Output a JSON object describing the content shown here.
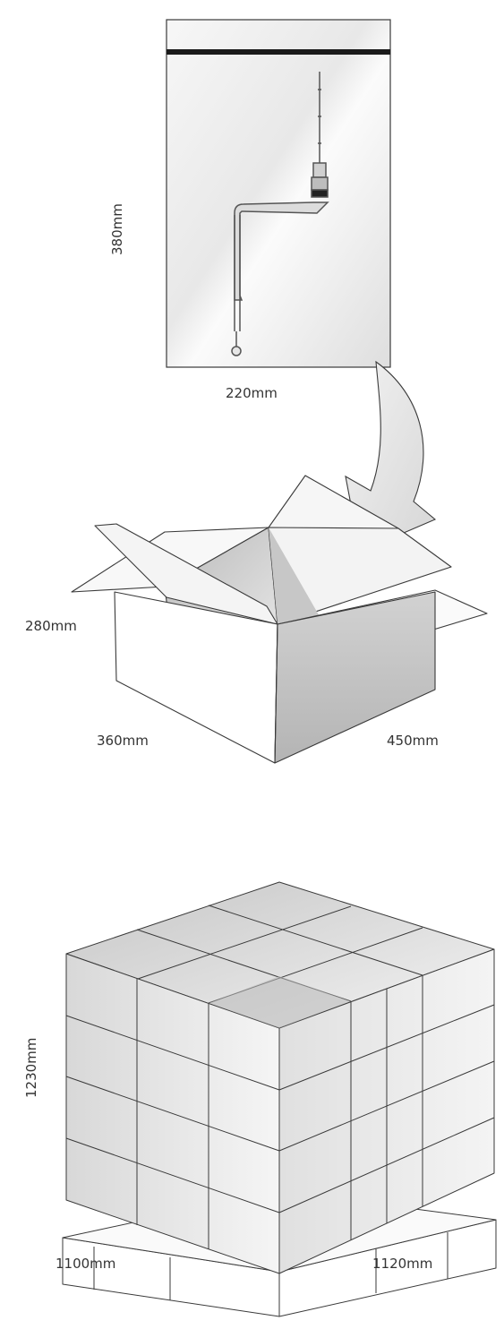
{
  "colors": {
    "line": "#3a3a3a",
    "shade_light": "#f4f4f4",
    "shade_mid": "#d9d9d9",
    "shade_dark": "#b8b8b8",
    "label": "#333333",
    "bag_bar": "#1a1a1a"
  },
  "bag": {
    "height_label": "380mm",
    "width_label": "220mm",
    "icon": "package-bag-with-faucet"
  },
  "carton": {
    "height_label": "280mm",
    "width_label": "360mm",
    "depth_label": "450mm",
    "icon": "open-cardboard-box"
  },
  "pallet": {
    "height_label": "1230mm",
    "width_label": "1100mm",
    "depth_label": "1120mm",
    "icon": "stacked-pallet"
  },
  "arrow": {
    "icon": "curved-arrow-icon"
  }
}
